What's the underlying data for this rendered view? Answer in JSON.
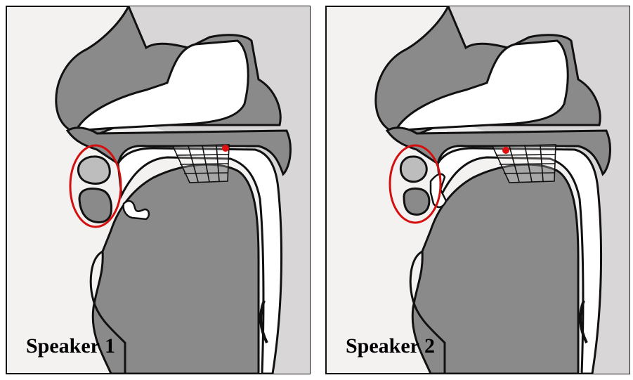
{
  "panels": [
    {
      "label": "Speaker 1",
      "lip_state": "rounded-protruded",
      "dot_cell": "top-right"
    },
    {
      "label": "Speaker 2",
      "lip_state": "spread",
      "dot_cell": "top-left"
    }
  ],
  "colors": {
    "background": "#f3f1f1",
    "tissue": "#8a8a8a",
    "outline": "#111111",
    "highlight": "#e01010",
    "paper": "#fbf8f8"
  }
}
